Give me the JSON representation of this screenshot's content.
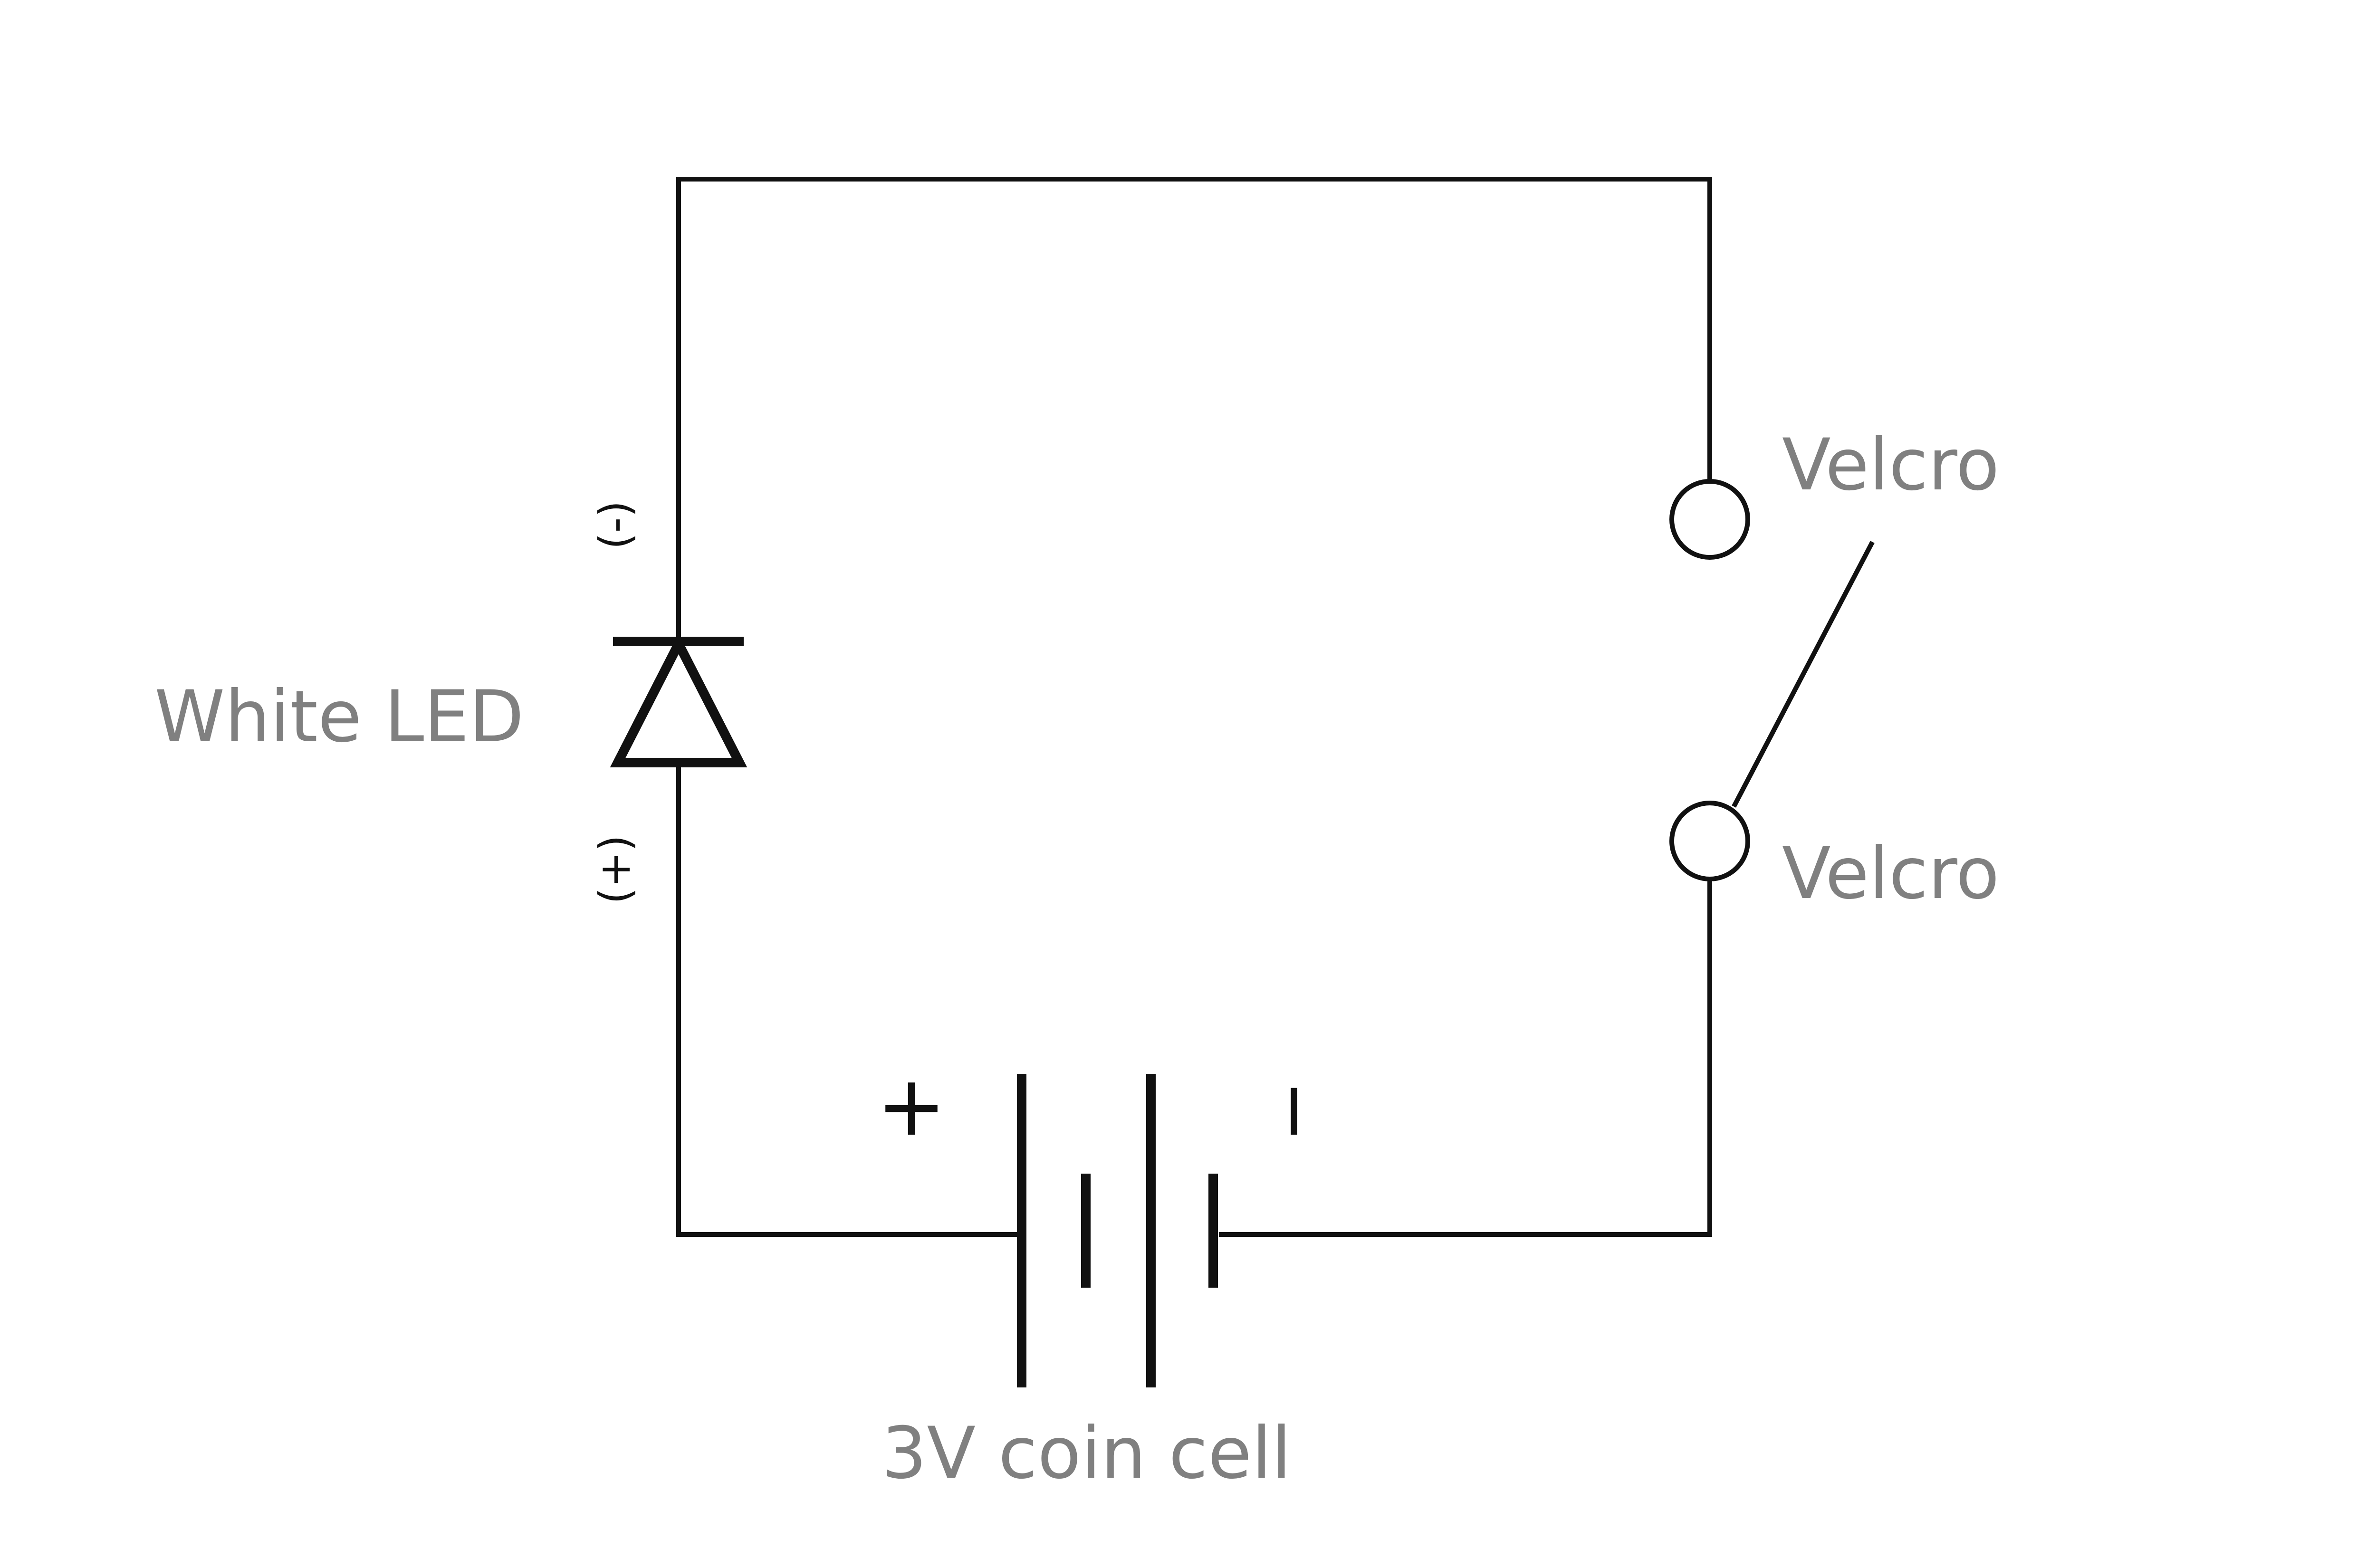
{
  "labels": {
    "led": "White LED",
    "switch_top": "Velcro",
    "switch_bottom": "Velcro",
    "battery": "3V coin cell",
    "battery_positive": "+",
    "battery_negative": "I",
    "led_negative": "(-)",
    "led_positive": "(+)"
  }
}
